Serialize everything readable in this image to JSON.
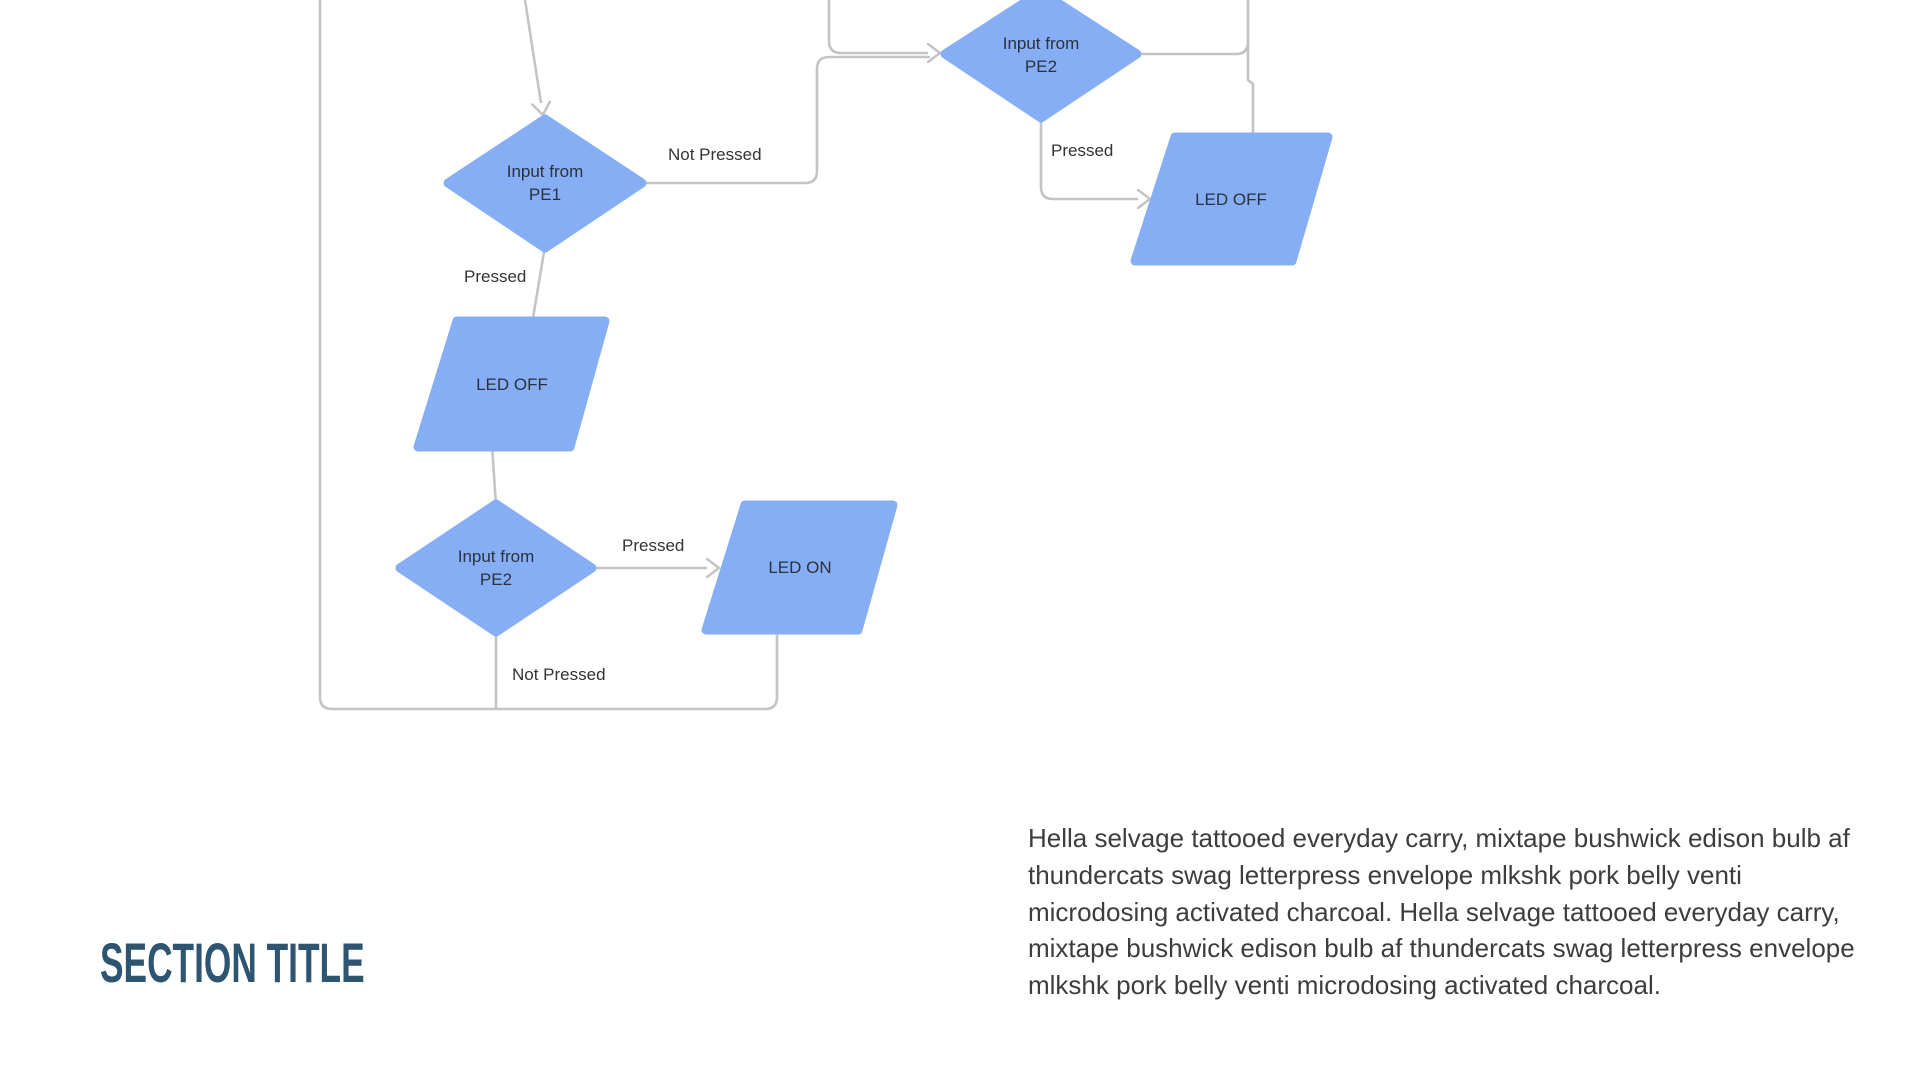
{
  "colors": {
    "node_fill": "#86aef4",
    "edge_stroke": "#c4c4c4",
    "node_text": "#2b323c",
    "edge_label_text": "#333333",
    "title_text": "#2d5470",
    "paragraph_text": "#3d3d3d",
    "background": "#ffffff"
  },
  "flowchart": {
    "nodes": [
      {
        "id": "decision-input-pe2-top",
        "type": "decision",
        "line1": "Input from",
        "line2": "PE2"
      },
      {
        "id": "decision-input-pe1",
        "type": "decision",
        "line1": "Input from",
        "line2": "PE1"
      },
      {
        "id": "io-led-off-right",
        "type": "parallelogram",
        "label": "LED OFF"
      },
      {
        "id": "io-led-off-left",
        "type": "parallelogram",
        "label": "LED OFF"
      },
      {
        "id": "decision-input-pe2-bottom",
        "type": "decision",
        "line1": "Input from",
        "line2": "PE2"
      },
      {
        "id": "io-led-on",
        "type": "parallelogram",
        "label": "LED ON"
      }
    ],
    "edge_labels": [
      {
        "id": "pe1-not-pressed",
        "label": "Not Pressed"
      },
      {
        "id": "pe2-top-pressed",
        "label": "Pressed"
      },
      {
        "id": "pe1-pressed",
        "label": "Pressed"
      },
      {
        "id": "pe2-bottom-pressed",
        "label": "Pressed"
      },
      {
        "id": "pe2-bottom-not-pressed",
        "label": "Not Pressed"
      }
    ]
  },
  "section": {
    "title": "SECTION TITLE",
    "paragraph": "Hella selvage tattooed everyday carry, mixtape bushwick edison bulb af thundercats swag letterpress envelope mlkshk pork belly venti microdosing activated charcoal. Hella selvage tattooed everyday carry, mixtape bushwick edison bulb af thundercats swag letterpress envelope mlkshk pork belly venti microdosing activated charcoal.",
    "paragraph_lines": [
      "Hella selvage tattooed everyday carry, mixtape bushwick edison bulb af",
      "thundercats swag letterpress envelope mlkshk pork belly venti",
      "microdosing activated charcoal. Hella selvage tattooed everyday carry,",
      "mixtape bushwick edison bulb af thundercats swag letterpress envelope",
      "mlkshk pork belly venti microdosing activated charcoal."
    ]
  }
}
